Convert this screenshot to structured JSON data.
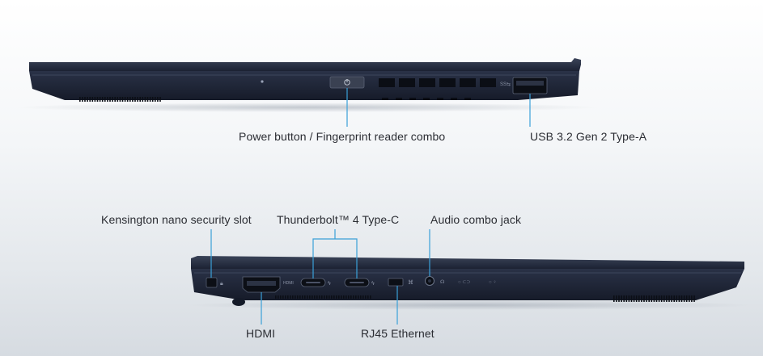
{
  "callouts": {
    "power_button": "Power button / Fingerprint reader combo",
    "usb_a": "USB 3.2 Gen 2 Type-A",
    "kensington": "Kensington nano security slot",
    "thunderbolt": "Thunderbolt™ 4 Type-C",
    "audio": "Audio combo jack",
    "hdmi": "HDMI",
    "rj45": "RJ45 Ethernet"
  },
  "port_markings": {
    "hdmi_logo": "HDMI",
    "usb_logo": "SS⇆"
  },
  "colors": {
    "chassis": "#1f2638",
    "chassis_dark": "#141a28",
    "callout_line": "#3aa0d8",
    "label_text": "#2b2d33"
  }
}
